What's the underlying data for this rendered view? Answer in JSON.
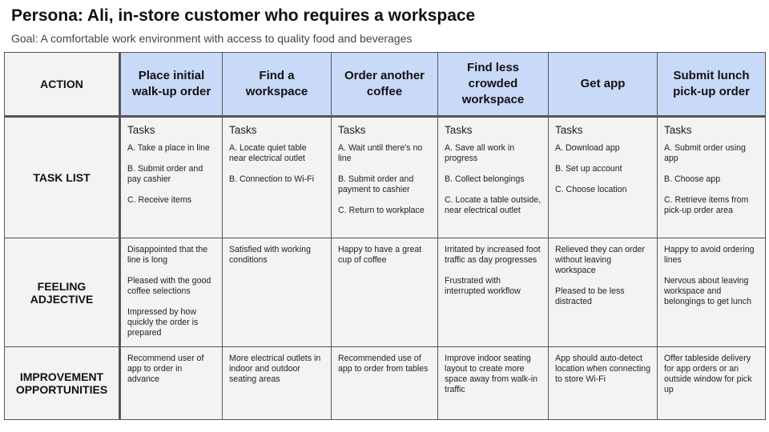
{
  "header": {
    "title": "Persona: Ali, in-store customer who requires a workspace",
    "goal": "Goal: A comfortable work environment with access to quality food and beverages"
  },
  "rows": {
    "action": "ACTION",
    "task_list": "TASK LIST",
    "feeling": "FEELING\nADJECTIVE",
    "improvement": "IMPROVEMENT\nOPPORTUNITIES"
  },
  "tasks_label": "Tasks",
  "columns": [
    {
      "action": "Place initial walk-up order",
      "tasks": [
        "A. Take a place in line",
        "B. Submit order and pay cashier",
        "C. Receive items"
      ],
      "feelings": [
        "Disappointed that the line is long",
        "Pleased with the good coffee selections",
        "Impressed by how quickly the order is prepared"
      ],
      "improvement": "Recommend user of app to order in advance"
    },
    {
      "action": "Find a workspace",
      "tasks": [
        "A. Locate quiet table near electrical outlet",
        "B. Connection to Wi-Fi"
      ],
      "feelings": [
        "Satisfied with working conditions"
      ],
      "improvement": "More electrical outlets in indoor and outdoor seating areas"
    },
    {
      "action": "Order another coffee",
      "tasks": [
        "A. Wait until there's no line",
        "B. Submit order and payment to cashier",
        "C. Return to workplace"
      ],
      "feelings": [
        "Happy to have a great cup of coffee"
      ],
      "improvement": "Recommended use of app to order from tables"
    },
    {
      "action": "Find less crowded workspace",
      "tasks": [
        "A. Save all work in progress",
        "B. Collect belongings",
        "C. Locate a table outside, near electrical outlet"
      ],
      "feelings": [
        "Irritated by increased foot traffic as day progresses",
        "Frustrated with interrupted workflow"
      ],
      "improvement": "Improve indoor seating layout to create more space away from walk-in traffic"
    },
    {
      "action": "Get app",
      "tasks": [
        "A. Download app",
        "B. Set up account",
        "C. Choose location"
      ],
      "feelings": [
        "Relieved they can order without leaving workspace",
        "Pleased to be less distracted"
      ],
      "improvement": "App should auto-detect location when connecting to store Wi-Fi"
    },
    {
      "action": "Submit lunch pick-up order",
      "tasks": [
        "A. Submit order using app",
        "B. Choose app",
        "C. Retrieve items from pick-up order area"
      ],
      "feelings": [
        "Happy to avoid ordering lines",
        "Nervous about leaving workspace and belongings to get lunch"
      ],
      "improvement": "Offer tableside delivery for app orders or an outside window for pick up"
    }
  ],
  "colors": {
    "header_blue": "#c9daf8",
    "cell_gray": "#f3f3f3",
    "border": "#555555"
  }
}
